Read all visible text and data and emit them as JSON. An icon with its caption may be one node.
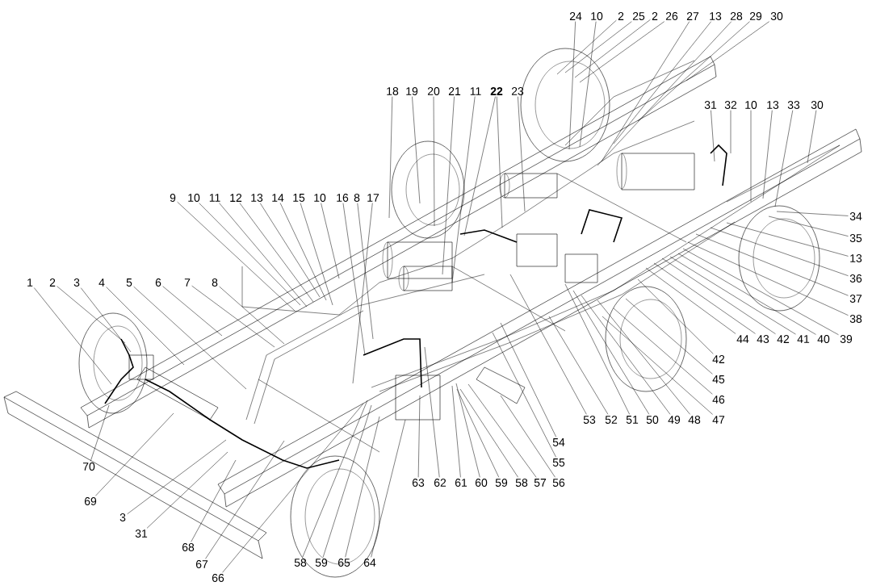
{
  "diagram": {
    "nodes": [
      {
        "text": [
          "24"
        ]
      },
      {
        "text": [
          "10"
        ]
      },
      {
        "text": [
          "2"
        ]
      },
      {
        "text": [
          "25"
        ]
      },
      {
        "text": [
          "2"
        ]
      },
      {
        "text": [
          "26"
        ]
      },
      {
        "text": [
          "27"
        ]
      },
      {
        "text": [
          "13"
        ]
      },
      {
        "text": [
          "28"
        ]
      },
      {
        "text": [
          "29"
        ]
      },
      {
        "text": [
          "30"
        ]
      },
      {
        "text": [
          "18"
        ]
      },
      {
        "text": [
          "19"
        ]
      },
      {
        "text": [
          "20"
        ]
      },
      {
        "text": [
          "21"
        ]
      },
      {
        "text": [
          "11"
        ]
      },
      {
        "text": [
          "22"
        ]
      },
      {
        "text": [
          "23"
        ]
      },
      {
        "text": [
          "31"
        ]
      },
      {
        "text": [
          "32"
        ]
      },
      {
        "text": [
          "10"
        ]
      },
      {
        "text": [
          "13"
        ]
      },
      {
        "text": [
          "33"
        ]
      },
      {
        "text": [
          "30"
        ]
      },
      {
        "text": [
          "9"
        ]
      },
      {
        "text": [
          "10"
        ]
      },
      {
        "text": [
          "11"
        ]
      },
      {
        "text": [
          "12"
        ]
      },
      {
        "text": [
          "13"
        ]
      },
      {
        "text": [
          "14"
        ]
      },
      {
        "text": [
          "15"
        ]
      },
      {
        "text": [
          "10"
        ]
      },
      {
        "text": [
          "16"
        ]
      },
      {
        "text": [
          "8"
        ]
      },
      {
        "text": [
          "17"
        ]
      },
      {
        "text": [
          "34"
        ]
      },
      {
        "text": [
          "35"
        ]
      },
      {
        "text": [
          "13"
        ]
      },
      {
        "text": [
          "36"
        ]
      },
      {
        "text": [
          "37"
        ]
      },
      {
        "text": [
          "38"
        ]
      },
      {
        "text": [
          "1"
        ]
      },
      {
        "text": [
          "2"
        ]
      },
      {
        "text": [
          "3"
        ]
      },
      {
        "text": [
          "4"
        ]
      },
      {
        "text": [
          "5"
        ]
      },
      {
        "text": [
          "6"
        ]
      },
      {
        "text": [
          "7"
        ]
      },
      {
        "text": [
          "8"
        ]
      },
      {
        "text": [
          "44"
        ]
      },
      {
        "text": [
          "43"
        ]
      },
      {
        "text": [
          "42"
        ]
      },
      {
        "text": [
          "41"
        ]
      },
      {
        "text": [
          "40"
        ]
      },
      {
        "text": [
          "39"
        ]
      },
      {
        "text": [
          "42"
        ]
      },
      {
        "text": [
          "45"
        ]
      },
      {
        "text": [
          "46"
        ]
      },
      {
        "text": [
          "53"
        ]
      },
      {
        "text": [
          "52"
        ]
      },
      {
        "text": [
          "51"
        ]
      },
      {
        "text": [
          "50"
        ]
      },
      {
        "text": [
          "49"
        ]
      },
      {
        "text": [
          "48"
        ]
      },
      {
        "text": [
          "47"
        ]
      },
      {
        "text": [
          "54"
        ]
      },
      {
        "text": [
          "55"
        ]
      },
      {
        "text": [
          "70"
        ]
      },
      {
        "text": [
          "63"
        ]
      },
      {
        "text": [
          "62"
        ]
      },
      {
        "text": [
          "61"
        ]
      },
      {
        "text": [
          "60"
        ]
      },
      {
        "text": [
          "59"
        ]
      },
      {
        "text": [
          "58"
        ]
      },
      {
        "text": [
          "57"
        ]
      },
      {
        "text": [
          "56"
        ]
      },
      {
        "text": [
          "69"
        ]
      },
      {
        "text": [
          "3"
        ]
      },
      {
        "text": [
          "31"
        ]
      },
      {
        "text": [
          "68"
        ]
      },
      {
        "text": [
          "67"
        ]
      },
      {
        "text": [
          "58"
        ]
      },
      {
        "text": [
          "59"
        ]
      },
      {
        "text": [
          "65"
        ]
      },
      {
        "text": [
          "64"
        ]
      },
      {
        "text": [
          "66"
        ]
      }
    ],
    "edges": [
      {
        "from": 0,
        "to": null,
        "arrow": "none"
      },
      {
        "from": 1,
        "to": null,
        "arrow": "none"
      },
      {
        "from": 2,
        "to": null,
        "arrow": "none"
      },
      {
        "from": 3,
        "to": null,
        "arrow": "none"
      },
      {
        "from": 4,
        "to": null,
        "arrow": "none"
      },
      {
        "from": 5,
        "to": null,
        "arrow": "none"
      },
      {
        "from": 6,
        "to": null,
        "arrow": "none"
      },
      {
        "from": 7,
        "to": null,
        "arrow": "none"
      },
      {
        "from": 8,
        "to": null,
        "arrow": "none"
      },
      {
        "from": 9,
        "to": null,
        "arrow": "none"
      },
      {
        "from": 10,
        "to": null,
        "arrow": "none"
      },
      {
        "from": 11,
        "to": null,
        "arrow": "none"
      },
      {
        "from": 12,
        "to": null,
        "arrow": "none"
      },
      {
        "from": 13,
        "to": null,
        "arrow": "none"
      },
      {
        "from": 14,
        "to": null,
        "arrow": "none"
      },
      {
        "from": 15,
        "to": null,
        "arrow": "none"
      },
      {
        "from": 16,
        "to": null,
        "arrow": "none"
      },
      {
        "from": 16,
        "to": null,
        "arrow": "none"
      },
      {
        "from": 17,
        "to": null,
        "arrow": "none"
      },
      {
        "from": 18,
        "to": null,
        "arrow": "none"
      },
      {
        "from": 19,
        "to": null,
        "arrow": "none"
      },
      {
        "from": 20,
        "to": null,
        "arrow": "none"
      },
      {
        "from": 21,
        "to": null,
        "arrow": "none"
      },
      {
        "from": 22,
        "to": null,
        "arrow": "none"
      },
      {
        "from": 23,
        "to": null,
        "arrow": "none"
      },
      {
        "from": 24,
        "to": null,
        "arrow": "none"
      },
      {
        "from": 25,
        "to": null,
        "arrow": "none"
      },
      {
        "from": 26,
        "to": null,
        "arrow": "none"
      },
      {
        "from": 27,
        "to": null,
        "arrow": "none"
      },
      {
        "from": 28,
        "to": null,
        "arrow": "none"
      },
      {
        "from": 29,
        "to": null,
        "arrow": "none"
      },
      {
        "from": 30,
        "to": null,
        "arrow": "none"
      },
      {
        "from": 31,
        "to": null,
        "arrow": "none"
      },
      {
        "from": 32,
        "to": null,
        "arrow": "none"
      },
      {
        "from": 33,
        "to": null,
        "arrow": "none"
      },
      {
        "from": 34,
        "to": null,
        "arrow": "none"
      },
      {
        "from": 35,
        "to": null,
        "arrow": "none"
      },
      {
        "from": 36,
        "to": null,
        "arrow": "none"
      },
      {
        "from": 37,
        "to": null,
        "arrow": "none"
      },
      {
        "from": 38,
        "to": null,
        "arrow": "none"
      },
      {
        "from": 39,
        "to": null,
        "arrow": "none"
      },
      {
        "from": 40,
        "to": null,
        "arrow": "none"
      },
      {
        "from": 41,
        "to": null,
        "arrow": "none"
      },
      {
        "from": 42,
        "to": null,
        "arrow": "none"
      },
      {
        "from": 43,
        "to": null,
        "arrow": "none"
      },
      {
        "from": 44,
        "to": null,
        "arrow": "none"
      },
      {
        "from": 45,
        "to": null,
        "arrow": "none"
      },
      {
        "from": 46,
        "to": null,
        "arrow": "none"
      },
      {
        "from": 47,
        "to": null,
        "arrow": "none"
      },
      {
        "from": 48,
        "to": null,
        "arrow": "none"
      },
      {
        "from": 49,
        "to": null,
        "arrow": "none"
      },
      {
        "from": 50,
        "to": null,
        "arrow": "none"
      },
      {
        "from": 51,
        "to": null,
        "arrow": "none"
      },
      {
        "from": 52,
        "to": null,
        "arrow": "none"
      },
      {
        "from": 53,
        "to": null,
        "arrow": "none"
      },
      {
        "from": 54,
        "to": null,
        "arrow": "none"
      },
      {
        "from": 55,
        "to": null,
        "arrow": "none"
      },
      {
        "from": 56,
        "to": null,
        "arrow": "none"
      },
      {
        "from": 57,
        "to": null,
        "arrow": "none"
      },
      {
        "from": 58,
        "to": null,
        "arrow": "none"
      },
      {
        "from": 59,
        "to": null,
        "arrow": "none"
      },
      {
        "from": 60,
        "to": null,
        "arrow": "none"
      },
      {
        "from": 61,
        "to": null,
        "arrow": "none"
      },
      {
        "from": 62,
        "to": null,
        "arrow": "none"
      },
      {
        "from": 63,
        "to": null,
        "arrow": "none"
      },
      {
        "from": 64,
        "to": null,
        "arrow": "none"
      },
      {
        "from": 65,
        "to": null,
        "arrow": "none"
      },
      {
        "from": 66,
        "to": null,
        "arrow": "none"
      },
      {
        "from": 67,
        "to": null,
        "arrow": "none"
      },
      {
        "from": 68,
        "to": null,
        "arrow": "none"
      },
      {
        "from": 69,
        "to": null,
        "arrow": "none"
      },
      {
        "from": 70,
        "to": null,
        "arrow": "none"
      },
      {
        "from": 71,
        "to": null,
        "arrow": "none"
      },
      {
        "from": 72,
        "to": null,
        "arrow": "none"
      },
      {
        "from": 73,
        "to": null,
        "arrow": "none"
      },
      {
        "from": 74,
        "to": null,
        "arrow": "none"
      },
      {
        "from": 75,
        "to": null,
        "arrow": "none"
      },
      {
        "from": 76,
        "to": null,
        "arrow": "none"
      },
      {
        "from": 77,
        "to": null,
        "arrow": "none"
      },
      {
        "from": 78,
        "to": null,
        "arrow": "none"
      },
      {
        "from": 79,
        "to": null,
        "arrow": "none"
      },
      {
        "from": 80,
        "to": null,
        "arrow": "none"
      },
      {
        "from": 81,
        "to": null,
        "arrow": "none"
      },
      {
        "from": 82,
        "to": null,
        "arrow": "none"
      },
      {
        "from": 83,
        "to": null,
        "arrow": "none"
      },
      {
        "from": 84,
        "to": null,
        "arrow": "none"
      },
      {
        "from": 85,
        "to": null,
        "arrow": "none"
      }
    ]
  }
}
